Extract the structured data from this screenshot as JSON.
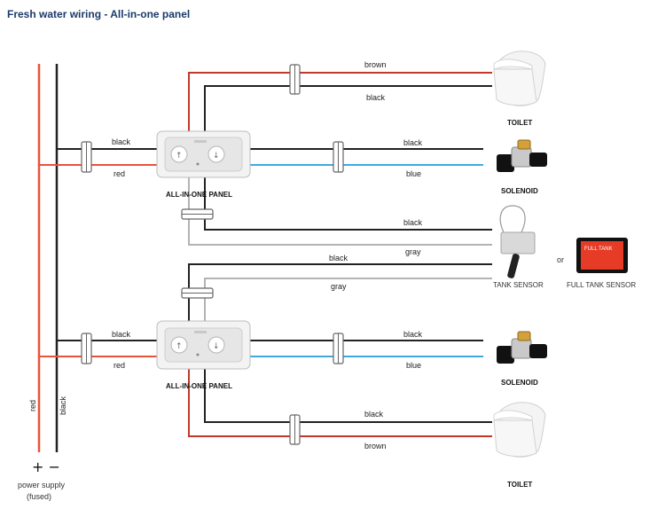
{
  "title": "Fresh water wiring - All-in-one panel",
  "colors": {
    "red": "#e8533a",
    "black": "#222222",
    "blue": "#3fa9e0",
    "gray": "#b3b3b3",
    "brown": "#c0392b"
  },
  "wire_labels": {
    "brown_top": "brown",
    "black_top": "black",
    "black_p1": "black",
    "red_p1": "red",
    "black_sol1": "black",
    "blue_sol1": "blue",
    "black_ts1": "black",
    "gray_ts1": "gray",
    "black_ts2": "black",
    "gray_ts2": "gray",
    "black_p2": "black",
    "red_p2": "red",
    "black_sol2": "black",
    "blue_sol2": "blue",
    "black_bot": "black",
    "brown_bot": "brown",
    "red_vertical": "red",
    "black_vertical": "black"
  },
  "devices": {
    "toilet_top": "TOILET",
    "panel_1": "ALL-IN-ONE PANEL",
    "solenoid_1": "SOLENOID",
    "tank_sensor": "TANK SENSOR",
    "or_text": "or",
    "full_tank_sensor": "FULL TANK SENSOR",
    "full_tank_display": "FULL TANK",
    "panel_2": "ALL-IN-ONE PANEL",
    "solenoid_2": "SOLENOID",
    "toilet_bottom": "TOILET"
  },
  "power": {
    "symbols": "+ −",
    "label_line1": "power supply",
    "label_line2": "(fused)"
  }
}
